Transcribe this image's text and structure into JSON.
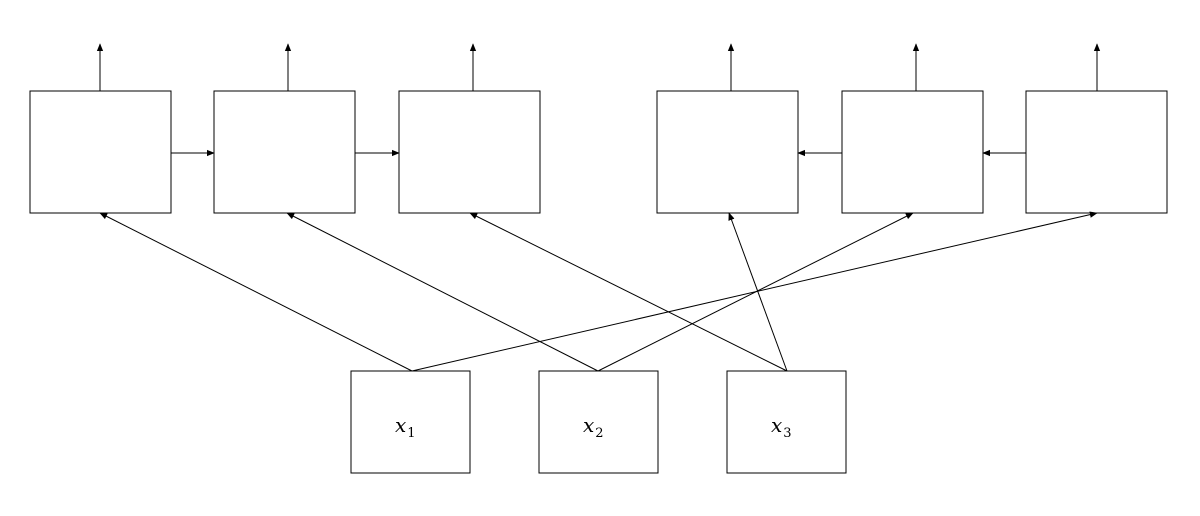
{
  "diagram": {
    "inputs": [
      {
        "symbol": "x",
        "subscript": "1"
      },
      {
        "symbol": "x",
        "subscript": "2"
      },
      {
        "symbol": "x",
        "subscript": "3"
      }
    ],
    "forward_cells": 3,
    "backward_cells": 3
  }
}
